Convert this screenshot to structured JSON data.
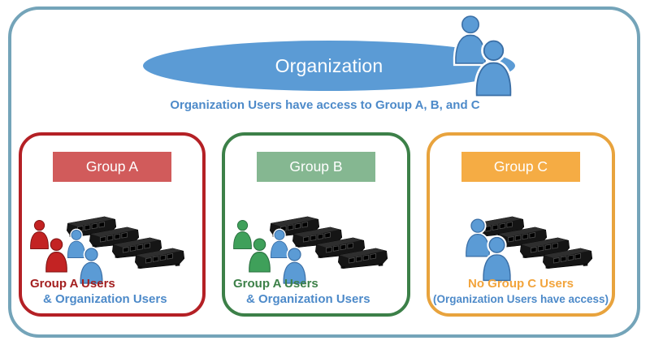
{
  "frame": {
    "border_color": "#74A4B9",
    "background": "#FFFFFF"
  },
  "organization": {
    "title": "Organization",
    "ellipse_fill": "#5B9BD5",
    "title_color": "#FFFFFF",
    "caption": "Organization Users have access to Group A, B, and C",
    "caption_color": "#4D8AC9",
    "users_icon": "organization-users-icon",
    "user_fill": "#5B9BD5",
    "user_stroke": "#3A6EA5",
    "user_count": 2
  },
  "groups": [
    {
      "label": "Group A",
      "label_color": "#FFFFFF",
      "border_color": "#B42025",
      "header_fill": "#D15B5B",
      "users_line": "Group A Users",
      "users_line_color": "#A31F1F",
      "org_line": "& Organization Users",
      "org_line_color": "#4D8AC9",
      "group_user_fill": "#C32323",
      "group_user_stroke": "#801414",
      "org_user_fill": "#5B9BD5",
      "org_user_stroke": "#3A6EA5",
      "group_user_count": 2,
      "org_user_count": 2,
      "device_icon": "router-device-icon",
      "device_count": 4
    },
    {
      "label": "Group B",
      "label_color": "#FFFFFF",
      "border_color": "#3C8048",
      "header_fill": "#85B791",
      "users_line": "Group A Users",
      "users_line_color": "#3C8048",
      "org_line": "& Organization Users",
      "org_line_color": "#4D8AC9",
      "group_user_fill": "#3FA05A",
      "group_user_stroke": "#2B7040",
      "org_user_fill": "#5B9BD5",
      "org_user_stroke": "#3A6EA5",
      "group_user_count": 2,
      "org_user_count": 2,
      "device_icon": "router-device-icon",
      "device_count": 4
    },
    {
      "label": "Group C",
      "label_color": "#FFFFFF",
      "border_color": "#E8A33D",
      "header_fill": "#F5AC44",
      "users_line": "No Group C Users",
      "users_line_color": "#F2A43C",
      "org_line": "(Organization Users have access)",
      "org_line_color": "#4D8AC9",
      "org_user_fill": "#5B9BD5",
      "org_user_stroke": "#3A6EA5",
      "group_user_count": 0,
      "org_user_count": 2,
      "device_icon": "router-device-icon",
      "device_count": 4
    }
  ]
}
